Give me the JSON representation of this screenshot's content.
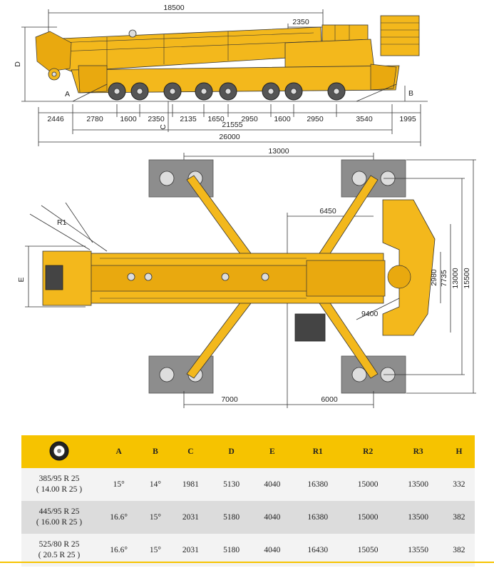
{
  "side_view": {
    "labels": {
      "D": "D",
      "A": "A",
      "B": "B",
      "C": "C"
    },
    "dims_top": {
      "overall": "18500",
      "rear": "2350"
    },
    "dims_bottom": [
      "2446",
      "2780",
      "1600",
      "2350",
      "2135",
      "1650",
      "2950",
      "1600",
      "2950",
      "3540",
      "1995"
    ],
    "wheelbase": "21555",
    "length": "26000"
  },
  "top_view": {
    "labels": {
      "R1": "R1",
      "E": "E"
    },
    "outrigger_longitudinal": "13000",
    "front_offset": "6450",
    "rear_left": "7000",
    "rear_right": "6000",
    "ballast_width": "2980",
    "width_7735": "7735",
    "width_13000": "13000",
    "width_15500": "15500",
    "tail_radius": "9400"
  },
  "table": {
    "headers": [
      "A",
      "B",
      "C",
      "D",
      "E",
      "R1",
      "R2",
      "R3",
      "H"
    ],
    "rows": [
      {
        "tyre": [
          "385/95 R 25",
          "( 14.00 R 25 )"
        ],
        "values": [
          "15°",
          "14°",
          "1981",
          "5130",
          "4040",
          "16380",
          "15000",
          "13500",
          "332"
        ]
      },
      {
        "tyre": [
          "445/95 R 25",
          "( 16.00 R 25 )"
        ],
        "values": [
          "16.6°",
          "15°",
          "2031",
          "5180",
          "4040",
          "16380",
          "15000",
          "13500",
          "382"
        ]
      },
      {
        "tyre": [
          "525/80 R 25",
          "( 20.5 R 25 )"
        ],
        "values": [
          "16.6°",
          "15°",
          "2031",
          "5180",
          "4040",
          "16430",
          "15050",
          "13550",
          "382"
        ]
      }
    ]
  }
}
